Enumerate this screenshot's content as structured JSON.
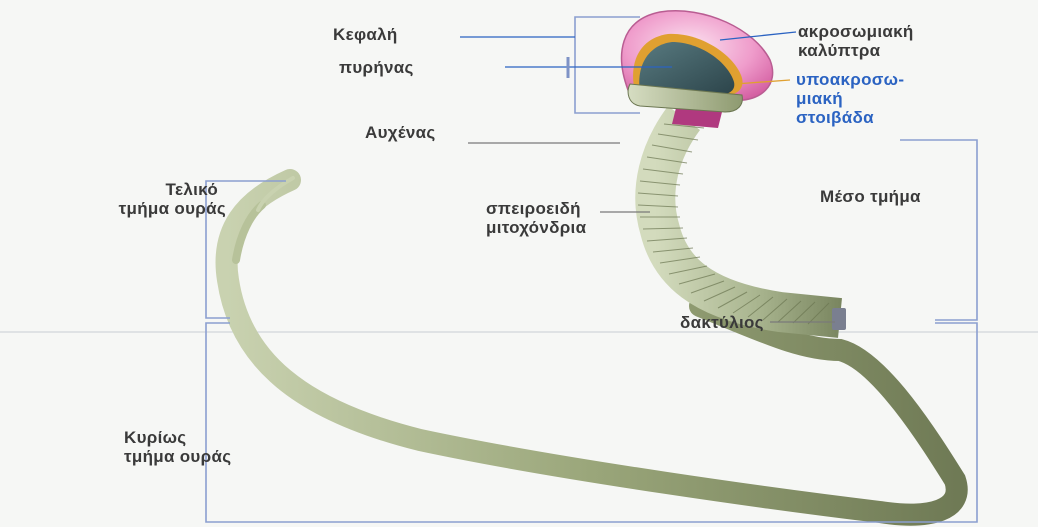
{
  "labels": {
    "head": "Κεφαλή",
    "nucleus": "πυρήνας",
    "neck": "Αυχένας",
    "acrosome_line1": "ακροσωμιακή",
    "acrosome_line2": "καλύπτρα",
    "subacrosomal_line1": "υποακροσω-",
    "subacrosomal_line2": "μιακή",
    "subacrosomal_line3": "στοιβάδα",
    "middle_piece": "Μέσο τμήμα",
    "mitochondria_line1": "σπειροειδή",
    "mitochondria_line2": "μιτοχόνδρια",
    "annulus": "δακτύλιος",
    "end_piece_line1": "Τελικό",
    "end_piece_line2": "τμήμα ουράς",
    "principal_piece_line1": "Κυρίως",
    "principal_piece_line2": "τμήμα ουράς"
  },
  "colors": {
    "acrosome": "#e89ac8",
    "nucleus": "#3f5c63",
    "subacrosomal": "#e0a030",
    "neck": "#b0397f",
    "midpiece": "#a9b58f",
    "tail": "#9aa67a",
    "bracket": "#8b9fd0",
    "leader": "#2b63c2"
  }
}
